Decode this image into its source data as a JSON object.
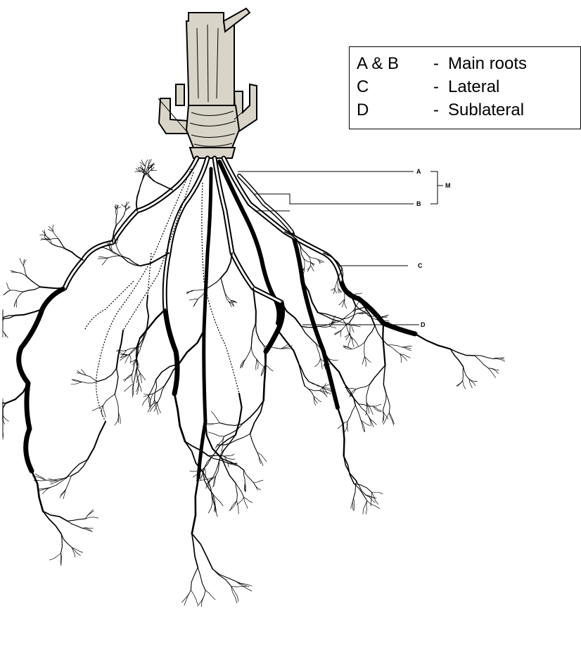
{
  "legend": {
    "rows": [
      {
        "key": "A & B",
        "dash": "-",
        "desc": "Main roots"
      },
      {
        "key": "C",
        "dash": "-",
        "desc": "Lateral"
      },
      {
        "key": "D",
        "dash": "-",
        "desc": "Sublateral"
      }
    ]
  },
  "callouts": {
    "a": "A",
    "b": "B",
    "m": "M",
    "c": "C",
    "d": "D"
  },
  "colors": {
    "ink": "#000000",
    "trunk": "#d9d4c8",
    "background": "#ffffff"
  },
  "illustration": {
    "subject": "tree root system drawing"
  }
}
